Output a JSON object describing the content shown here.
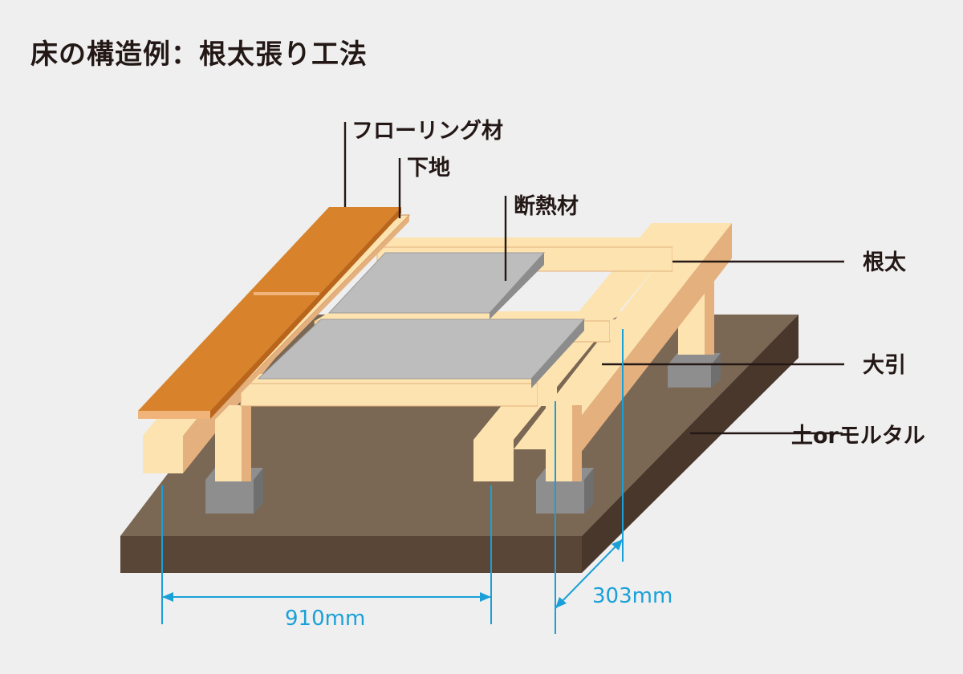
{
  "title": "床の構造例：根太張り工法",
  "labels": {
    "flooring": "フローリング材",
    "subfloor": "下地",
    "insulation": "断熱材",
    "joist": "根太",
    "beam": "大引",
    "ground": "土orモルタル"
  },
  "dimensions": {
    "beam_spacing": "910mm",
    "joist_spacing": "303mm"
  },
  "colors": {
    "background": "#efefef",
    "ground_top": "#7a6754",
    "ground_front": "#5a4637",
    "ground_side": "#4a372b",
    "wood_light": "#fde3b0",
    "wood_dark": "#e4b07d",
    "insulation": "#bdbdbd",
    "flooring": "#d8832b",
    "footing": "#8e8e8e",
    "dimension": "#1aa0d8",
    "text": "#231815"
  }
}
